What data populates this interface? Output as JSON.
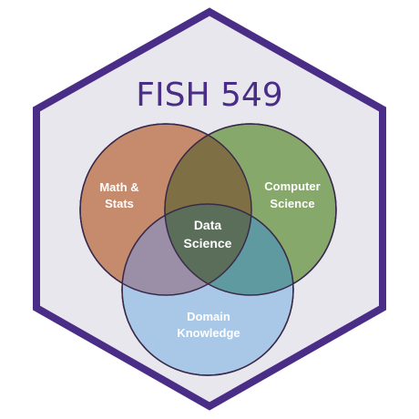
{
  "title": "FISH 549",
  "colors": {
    "hexagon_border": "#4a2d86",
    "hexagon_fill": "#e8e7ee",
    "title": "#4a2d86",
    "math_stats": "#c68a6c",
    "computer_science": "#86a86a",
    "domain_knowledge": "#a9c8e8",
    "label_text": "#ffffff"
  },
  "circles": {
    "math_stats": {
      "line1": "Math &",
      "line2": "Stats"
    },
    "computer_science": {
      "line1": "Computer",
      "line2": "Science"
    },
    "domain_knowledge": {
      "line1": "Domain",
      "line2": "Knowledge"
    }
  },
  "center": {
    "line1": "Data",
    "line2": "Science"
  }
}
